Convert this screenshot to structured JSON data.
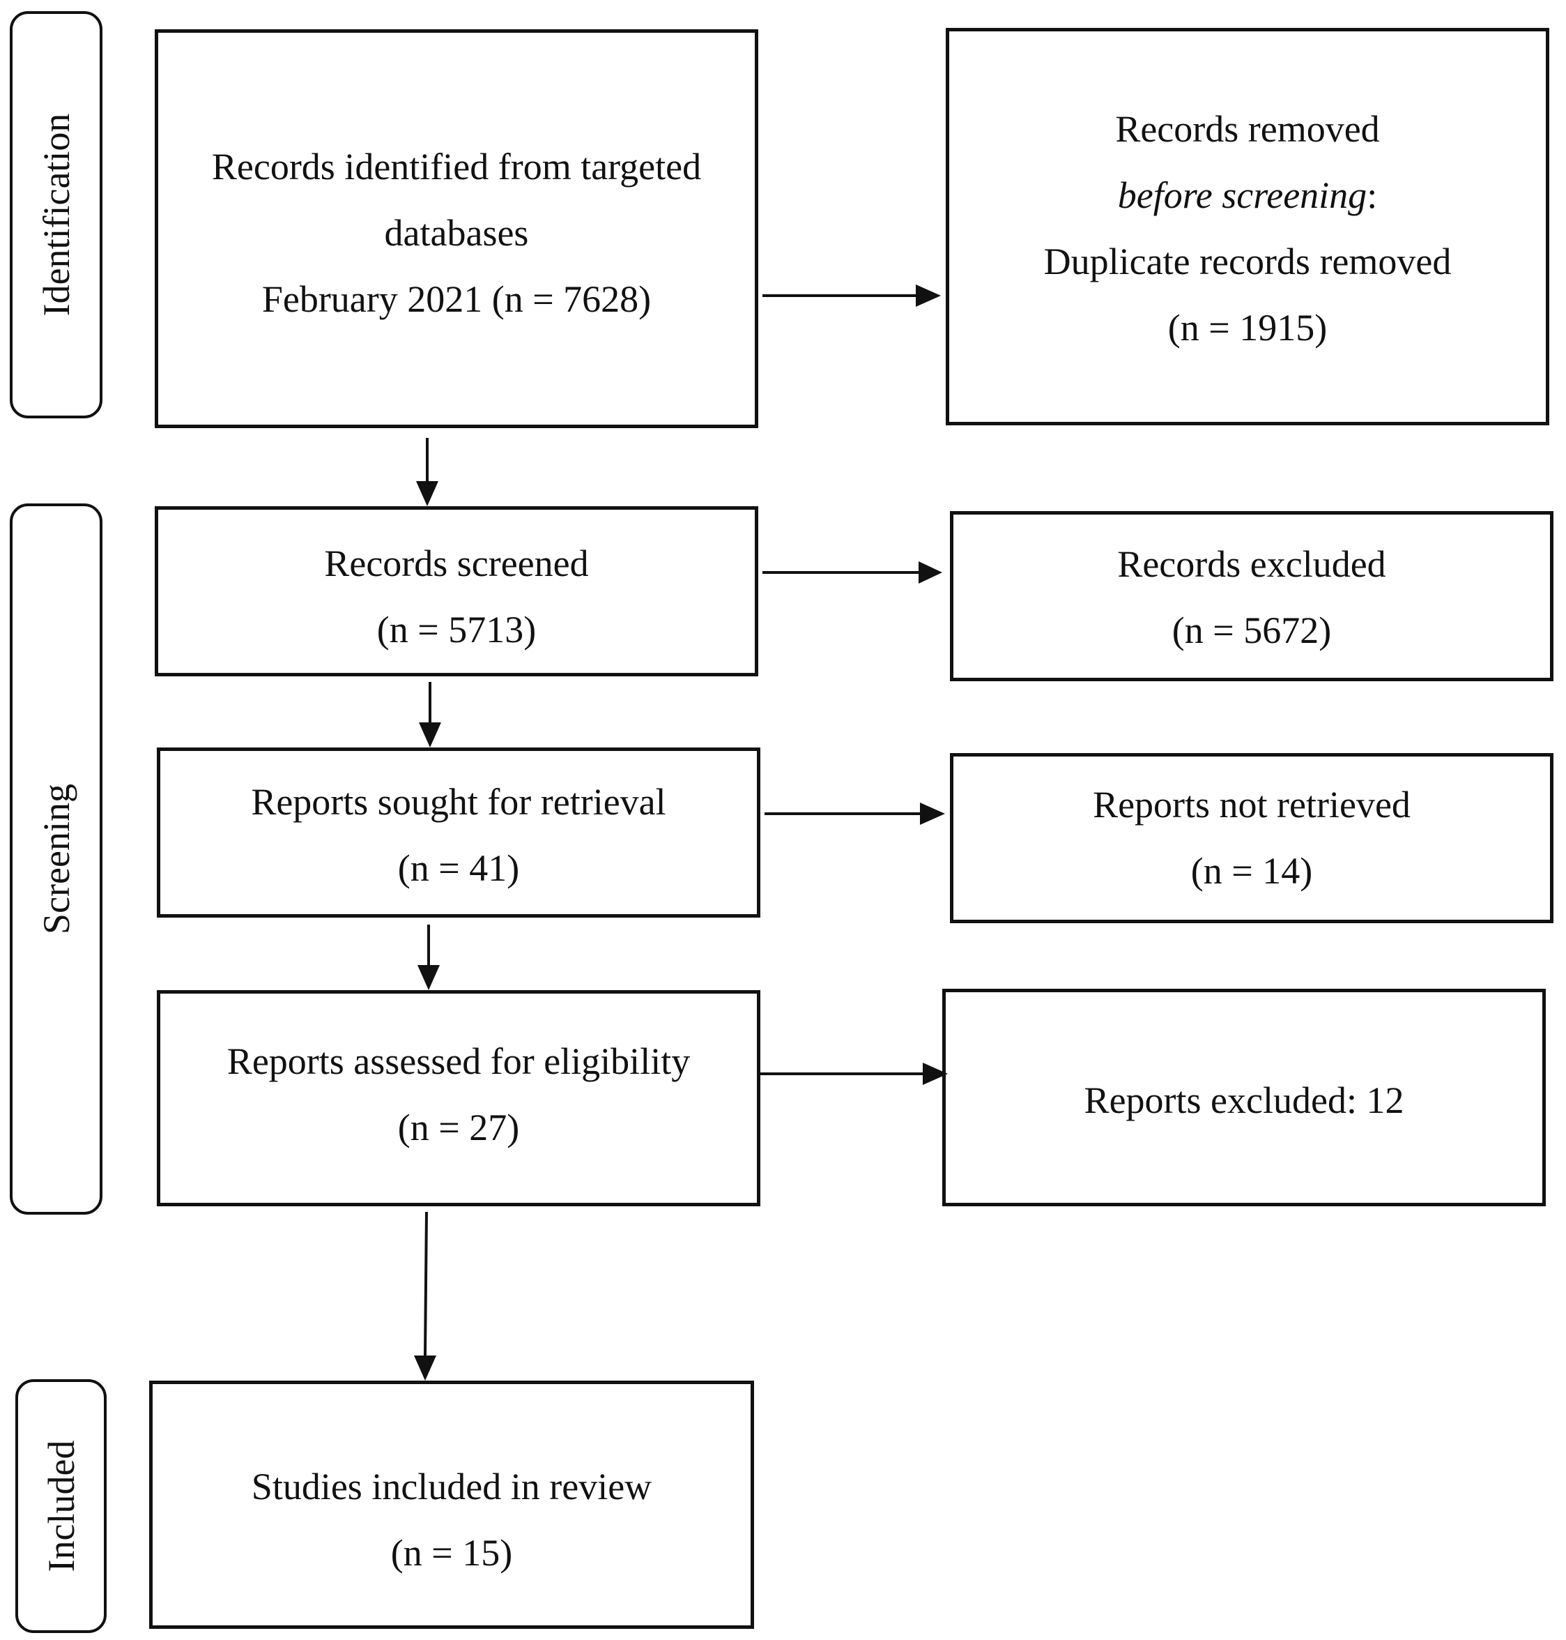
{
  "phases": {
    "identification": "Identification",
    "screening": "Screening",
    "included": "Included"
  },
  "boxes": {
    "identified": {
      "line1": "Records identified from targeted",
      "line2": "databases",
      "line3": "February 2021 (n = 7628)"
    },
    "removed": {
      "line1": "Records removed",
      "line2_italic": "before screening",
      "line2_suffix": ":",
      "line3": "Duplicate records removed",
      "line4": "(n = 1915)"
    },
    "screened": {
      "line1": "Records screened",
      "line2": "(n = 5713)"
    },
    "excluded": {
      "line1": "Records excluded",
      "line2": "(n = 5672)"
    },
    "sought": {
      "line1": "Reports sought for retrieval",
      "line2": "(n = 41)"
    },
    "not_retrieved": {
      "line1": "Reports not retrieved",
      "line2": "(n = 14)"
    },
    "assessed": {
      "line1": "Reports assessed for eligibility",
      "line2": "(n = 27)"
    },
    "reports_excluded": {
      "line1": "Reports excluded: 12"
    },
    "included": {
      "line1": "Studies included in review",
      "line2": "(n = 15)"
    }
  }
}
